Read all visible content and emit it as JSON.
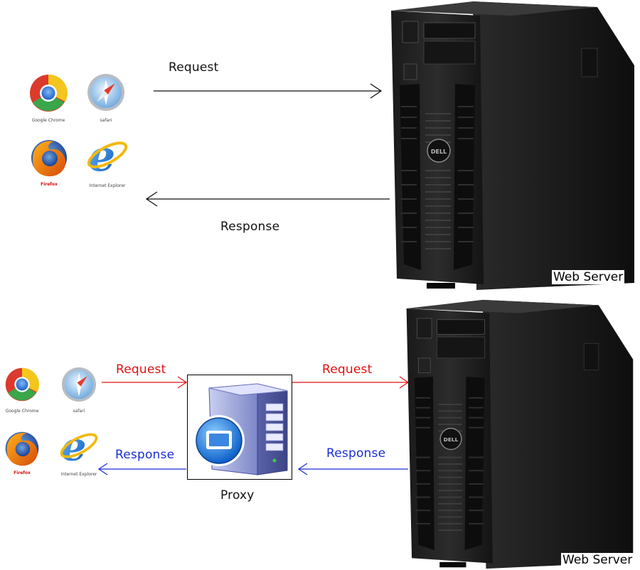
{
  "top_diagram": {
    "request_label": "Request",
    "response_label": "Response",
    "server_label": "Web Server",
    "browsers": [
      {
        "name": "Google Chrome",
        "icon": "chrome-icon"
      },
      {
        "name": "safari",
        "icon": "safari-icon"
      },
      {
        "name": "Firefox",
        "icon": "firefox-icon"
      },
      {
        "name": "Internet Explorer",
        "icon": "ie-icon"
      }
    ],
    "server_brand": "DELL"
  },
  "bottom_diagram": {
    "request_label_left": "Request",
    "request_label_right": "Request",
    "response_label_left": "Response",
    "response_label_right": "Response",
    "proxy_label": "Proxy",
    "server_label": "Web Server",
    "browsers": [
      {
        "name": "Google Chrome",
        "icon": "chrome-icon"
      },
      {
        "name": "safari",
        "icon": "safari-icon"
      },
      {
        "name": "Firefox",
        "icon": "firefox-icon"
      },
      {
        "name": "Internet Explorer",
        "icon": "ie-icon"
      }
    ],
    "server_brand": "DELL"
  },
  "colors": {
    "request_arrow": "#e01010",
    "response_arrow": "#1a2dd6",
    "plain_arrow": "#111111"
  }
}
